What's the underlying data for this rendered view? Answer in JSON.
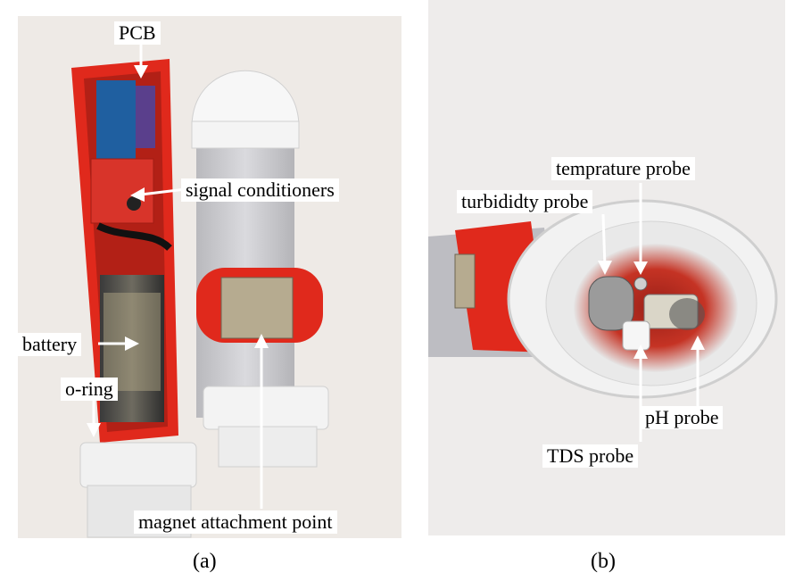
{
  "panel_a": {
    "labels": {
      "pcb": "PCB",
      "signal_conditioners": "signal conditioners",
      "battery": "battery",
      "o_ring": "o-ring",
      "magnet_attachment_point": "magnet attachment  point"
    },
    "caption": "(a)"
  },
  "panel_b": {
    "labels": {
      "temperature_probe": "temprature probe",
      "turbidity_probe": "turbididty probe",
      "ph_probe": "pH probe",
      "tds_probe": "TDS probe"
    },
    "caption": "(b)"
  },
  "colors": {
    "housing_red": "#e0291c",
    "pcb_red": "#d8342a",
    "tube_gray": "#c9c9cc",
    "cap_white": "#f5f5f5",
    "background_a": "#eeeae6",
    "background_b": "#eeeceb"
  }
}
